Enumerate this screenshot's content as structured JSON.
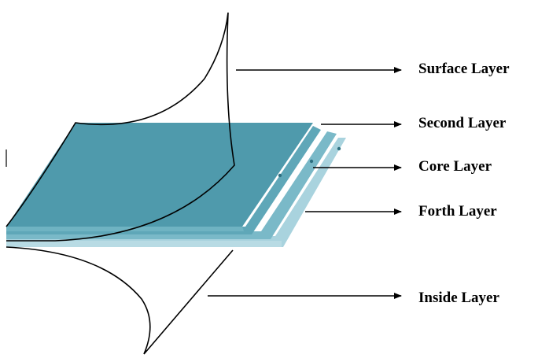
{
  "labels": {
    "surface": "Surface Layer",
    "second": "Second Layer",
    "core": "Core Layer",
    "forth": "Forth Layer",
    "inside": "Inside Layer"
  },
  "colors": {
    "top_layer": "#4f9aac",
    "top_layer_edge": "#6fb3c2",
    "second_layer": "#5fa7b8",
    "core_layer": "#7ab9c8",
    "forth_layer": "#a9d3de",
    "outline": "#000000",
    "arrow": "#000000"
  }
}
